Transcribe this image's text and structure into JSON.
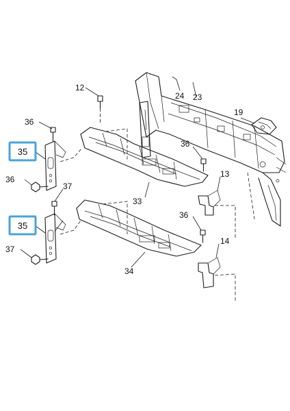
{
  "labels": {
    "l12": "12",
    "l24": "24",
    "l23": "23",
    "l19": "19",
    "l36a": "36",
    "l36b": "36",
    "l36c": "36",
    "l36d": "36",
    "l13": "13",
    "l37a": "37",
    "l37b": "37",
    "l33": "33",
    "l14": "14",
    "l34": "34",
    "l35a": "35",
    "l35b": "35"
  },
  "colors": {
    "highlight_stroke": "#4aa3d8",
    "line": "#1a1a1a"
  }
}
